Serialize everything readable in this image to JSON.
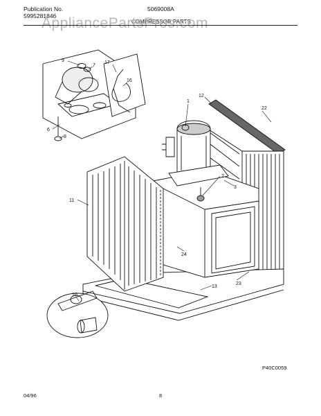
{
  "header": {
    "publication_label": "Publication No.",
    "publication_number": "5995281846",
    "model_number": "5069008A",
    "section_title": "COMPRESSOR PARTS"
  },
  "watermark": "AppliancePartsPros.com",
  "callouts": [
    "1",
    "2",
    "3",
    "6",
    "7",
    "8",
    "9",
    "10",
    "11",
    "12",
    "13",
    "16",
    "17",
    "22",
    "23",
    "24"
  ],
  "figure_code": "P40C0059",
  "footer": {
    "date": "04/96",
    "page": "8"
  }
}
